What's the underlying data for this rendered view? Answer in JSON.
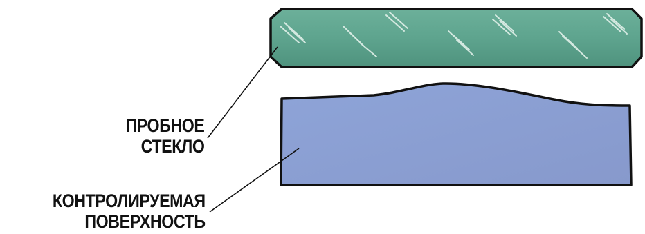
{
  "labels": {
    "test_glass": {
      "line1": "ПРОБНОЕ",
      "line2": "СТЕКЛО"
    },
    "inspected_surface": {
      "line1": "КОНТРОЛИРУЕМАЯ",
      "line2": "ПОВЕРХНОСТЬ"
    }
  },
  "colors": {
    "glass_fill": "#5fa58f",
    "glass_highlight": "#e9f5ef",
    "surface_fill": "#8fa3d6",
    "outline": "#111111",
    "text": "#111111"
  }
}
